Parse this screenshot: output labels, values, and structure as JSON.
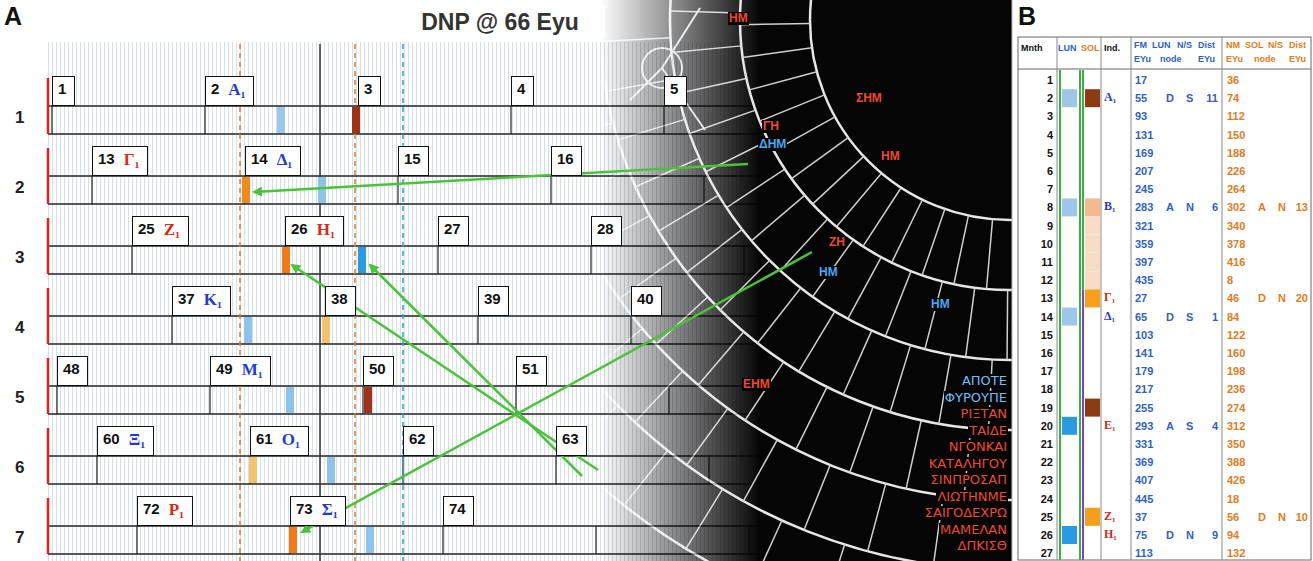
{
  "diagram": {
    "title": "DNP @ 66 Eyu",
    "nodes": [
      {
        "text": [
          "1"
        ]
      },
      {
        "text": [
          "2",
          "Α₁"
        ]
      },
      {
        "text": [
          "3"
        ]
      },
      {
        "text": [
          "4"
        ]
      },
      {
        "text": [
          "5"
        ]
      },
      {
        "text": [
          "13",
          "Γ₁"
        ]
      },
      {
        "text": [
          "14",
          "Δ₁"
        ]
      },
      {
        "text": [
          "15"
        ]
      },
      {
        "text": [
          "16"
        ]
      },
      {
        "text": [
          "25",
          "Ζ₁"
        ]
      },
      {
        "text": [
          "26",
          "Η₁"
        ]
      },
      {
        "text": [
          "27"
        ]
      },
      {
        "text": [
          "28"
        ]
      },
      {
        "text": [
          "37",
          "Κ₁"
        ]
      },
      {
        "text": [
          "38"
        ]
      },
      {
        "text": [
          "39"
        ]
      },
      {
        "text": [
          "40"
        ]
      },
      {
        "text": [
          "48"
        ]
      },
      {
        "text": [
          "49",
          "Μ₁"
        ]
      },
      {
        "text": [
          "50"
        ]
      },
      {
        "text": [
          "51"
        ]
      },
      {
        "text": [
          "60",
          "Ξ₁"
        ]
      },
      {
        "text": [
          "61",
          "Ο₁"
        ]
      },
      {
        "text": [
          "62"
        ]
      },
      {
        "text": [
          "63"
        ]
      },
      {
        "text": [
          "72",
          "Ρ₁"
        ]
      },
      {
        "text": [
          "73",
          "Σ₁"
        ]
      },
      {
        "text": [
          "74"
        ]
      }
    ],
    "labels": [
      "A",
      "1",
      "2",
      "3",
      "4",
      "5",
      "6",
      "7",
      "ΗΜ",
      "ΓΗ",
      "ΔΗΜ",
      "ΣΗΜ",
      "ΖΗ",
      "ΗΜ",
      "ΕΗΜ",
      "ΗΜ",
      "ΗΜ",
      "ΑΠΟΤΕ",
      "ΦΥΡΟΥΠΕ",
      "ΡΙΞΤΑΝ",
      "ΤΑΙΔΕ",
      "ΝΓΟΝΚΑΙ",
      "ΚΑΤΑΛΗΓΟΥ",
      "ΣΙΝΠΡΟΣΑΠ",
      "ΛΙΩΤΗΝΜΕ",
      "ΣΑΙΓΟΔΕΧΡΩ",
      "ΜΑΜΕΛΑΝ",
      "ΔΠΚΙΣΘ",
      "B",
      "Mnth",
      "LUN",
      "SOL",
      "Ind.",
      "FM",
      "LUN",
      "N/S",
      "Dist",
      "NM",
      "SOL",
      "N/S",
      "Dist",
      "EYu",
      "node",
      "EYu",
      "EYu",
      "node",
      "EYu",
      "1",
      "17",
      "36",
      "2",
      "Α₁",
      "55",
      "D",
      "S",
      "11",
      "74",
      "3",
      "93",
      "112",
      "4",
      "131",
      "150",
      "5",
      "169",
      "188",
      "6",
      "207",
      "226",
      "7",
      "245",
      "264",
      "8",
      "Β₁",
      "283",
      "A",
      "N",
      "6",
      "302",
      "A",
      "N",
      "13",
      "9",
      "321",
      "340",
      "10",
      "359",
      "378",
      "11",
      "397",
      "416",
      "12",
      "435",
      "8",
      "13",
      "Γ₁",
      "27",
      "46",
      "D",
      "N",
      "20",
      "14",
      "Δ₁",
      "65",
      "D",
      "S",
      "1",
      "84",
      "15",
      "103",
      "122",
      "16",
      "141",
      "160",
      "17",
      "179",
      "198",
      "18",
      "217",
      "236",
      "19",
      "255",
      "274",
      "20",
      "Ε₁",
      "293",
      "A",
      "S",
      "4",
      "312",
      "21",
      "331",
      "350",
      "22",
      "369",
      "388",
      "23",
      "407",
      "426",
      "24",
      "445",
      "18",
      "25",
      "Ζ₁",
      "37",
      "56",
      "D",
      "N",
      "10",
      "26",
      "Η₁",
      "75",
      "D",
      "N",
      "9",
      "94",
      "27",
      "113",
      "132"
    ]
  }
}
